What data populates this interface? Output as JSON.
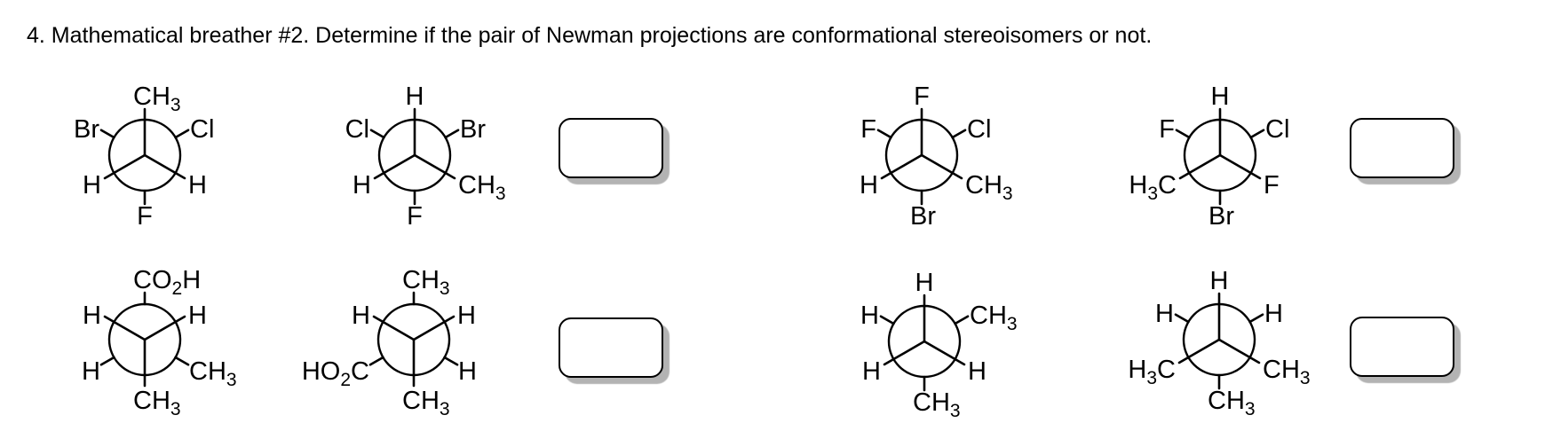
{
  "title": "4. Mathematical breather #2. Determine if the pair of Newman projections are conformational stereoisomers or not.",
  "projections": [
    {
      "name": "pair-1-left",
      "orientation": "front-up",
      "labels": {
        "top": "CH3",
        "upper_left": "Br",
        "upper_right": "Cl",
        "lower_left": "H",
        "lower_right": "H",
        "bottom": "F"
      }
    },
    {
      "name": "pair-1-right",
      "orientation": "front-up",
      "labels": {
        "top": "H",
        "upper_left": "Cl",
        "upper_right": "Br",
        "lower_left": "H",
        "lower_right": "CH3",
        "bottom": "F"
      }
    },
    {
      "name": "pair-2-left",
      "orientation": "front-up",
      "labels": {
        "top": "F",
        "upper_left": "F",
        "upper_right": "Cl",
        "lower_left": "H",
        "lower_right": "CH3",
        "bottom": "Br"
      }
    },
    {
      "name": "pair-2-right",
      "orientation": "front-up",
      "labels": {
        "top": "H",
        "upper_left": "F",
        "upper_right": "Cl",
        "lower_left": "H3C",
        "lower_right": "F",
        "bottom": "Br"
      }
    },
    {
      "name": "pair-3-left",
      "orientation": "front-down",
      "labels": {
        "top": "CO2H",
        "upper_left": "H",
        "upper_right": "H",
        "lower_left": "H",
        "lower_right": "CH3",
        "bottom": "CH3"
      }
    },
    {
      "name": "pair-3-right",
      "orientation": "front-down",
      "labels": {
        "top": "CH3",
        "upper_left": "H",
        "upper_right": "H",
        "lower_left": "HO2C",
        "lower_right": "H",
        "bottom": "CH3"
      }
    },
    {
      "name": "pair-4-left",
      "orientation": "front-up",
      "labels": {
        "top": "H",
        "upper_left": "H",
        "upper_right": "CH3",
        "lower_left": "H",
        "lower_right": "H",
        "bottom": "CH3"
      }
    },
    {
      "name": "pair-4-right",
      "orientation": "front-up",
      "labels": {
        "top": "H",
        "upper_left": "H",
        "upper_right": "H",
        "lower_left": "H3C",
        "lower_right": "CH3",
        "bottom": "CH3"
      }
    }
  ],
  "answer_boxes": [
    {
      "name": "answer-box-1",
      "value": ""
    },
    {
      "name": "answer-box-2",
      "value": ""
    },
    {
      "name": "answer-box-3",
      "value": ""
    },
    {
      "name": "answer-box-4",
      "value": ""
    }
  ],
  "colors": {
    "ink": "#000000",
    "background": "#ffffff",
    "box_shadow": "#b3b3b3"
  }
}
